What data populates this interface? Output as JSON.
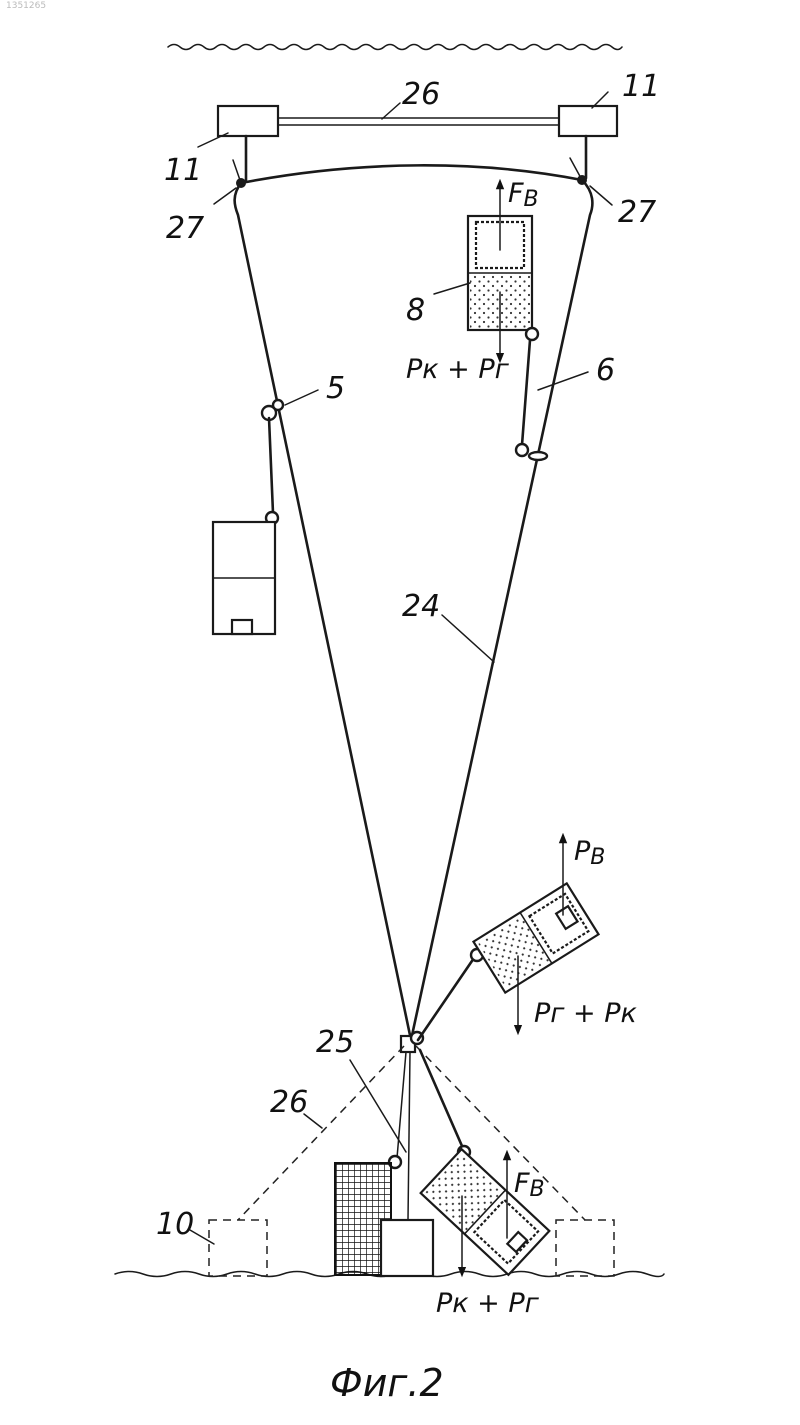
{
  "stamp_id": "1351265",
  "caption": "Фиг.2",
  "labels": {
    "l26_top": "26",
    "l11_left": "11",
    "l11_right": "11",
    "l27_left": "27",
    "l27_right": "27",
    "l8": "8",
    "l5": "5",
    "l6": "6",
    "l24": "24",
    "l25": "25",
    "l26_bottom": "26",
    "l10": "10"
  },
  "forces": {
    "fb_top": "F",
    "fb_top_sub": "B",
    "pk_pg_top": "Pк + Pг",
    "pb_mid": "P",
    "pb_mid_sub": "B",
    "pg_pk_mid": "Pг + Pк",
    "fb_bottom": "F",
    "fb_bottom_sub": "B",
    "pk_pg_bottom": "Pк + Pг"
  }
}
